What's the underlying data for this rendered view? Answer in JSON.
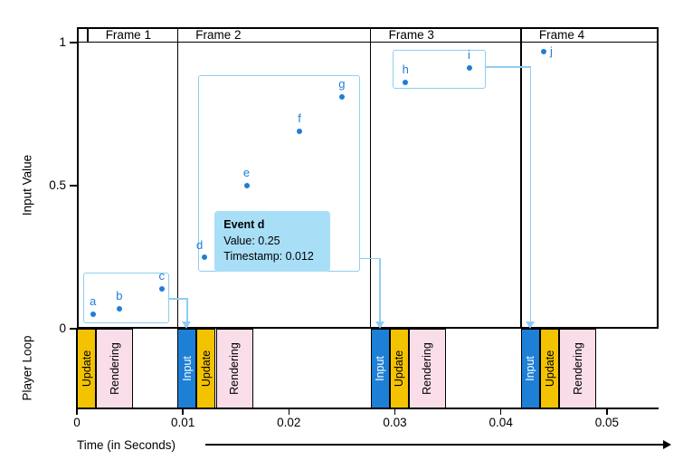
{
  "colors": {
    "accent_blue": "#1d7fd6",
    "light_blue": "#8fcdf2",
    "tooltip_bg": "#a9def7",
    "update_yellow": "#f3c300",
    "rendering_pink": "#f9dde9",
    "axis": "#000000"
  },
  "chart_data": {
    "type": "scatter",
    "xlabel": "Time (in Seconds)",
    "ylabel": "Input Value",
    "ylabel_loop": "Player Loop",
    "xlim": [
      0,
      0.0549
    ],
    "ylim": [
      0,
      1
    ],
    "x_ticks": [
      {
        "label": "0",
        "t": 0
      },
      {
        "label": "0.01",
        "t": 0.01
      },
      {
        "label": "0.02",
        "t": 0.02
      },
      {
        "label": "0.03",
        "t": 0.03
      },
      {
        "label": "0.04",
        "t": 0.04
      },
      {
        "label": "0.05",
        "t": 0.05
      }
    ],
    "y_ticks": [
      {
        "label": "1",
        "v": 1
      },
      {
        "label": "0.5",
        "v": 0.5
      },
      {
        "label": "0",
        "v": 0
      }
    ],
    "frames": [
      {
        "label": "Frame 1",
        "start": 0.001,
        "end": 0.0095
      },
      {
        "label": "Frame 2",
        "start": 0.0095,
        "end": 0.0277
      },
      {
        "label": "Frame 3",
        "start": 0.0277,
        "end": 0.0419
      },
      {
        "label": "Frame 4",
        "start": 0.0419,
        "end": 0.0549
      }
    ],
    "events": [
      {
        "label": "a",
        "time": 0.0015,
        "value": 0.05,
        "label_pos": "above"
      },
      {
        "label": "b",
        "time": 0.004,
        "value": 0.07,
        "label_pos": "above"
      },
      {
        "label": "c",
        "time": 0.008,
        "value": 0.14,
        "label_pos": "above"
      },
      {
        "label": "d",
        "time": 0.012,
        "value": 0.25,
        "label_pos": "above-left"
      },
      {
        "label": "e",
        "time": 0.016,
        "value": 0.5,
        "label_pos": "above"
      },
      {
        "label": "f",
        "time": 0.021,
        "value": 0.69,
        "label_pos": "above"
      },
      {
        "label": "g",
        "time": 0.025,
        "value": 0.81,
        "label_pos": "above"
      },
      {
        "label": "h",
        "time": 0.031,
        "value": 0.86,
        "label_pos": "above"
      },
      {
        "label": "i",
        "time": 0.037,
        "value": 0.91,
        "label_pos": "above"
      },
      {
        "label": "j",
        "time": 0.044,
        "value": 0.97,
        "label_pos": "right"
      }
    ],
    "event_groups": [
      {
        "events": [
          "a",
          "b",
          "c"
        ],
        "delivered_to": "Frame 2",
        "rect": {
          "t0": 0.0006,
          "t1": 0.0087,
          "v0": 0.02,
          "v1": 0.195
        },
        "connector_v": 0.105,
        "target_t": 0.0104
      },
      {
        "events": [
          "d",
          "e",
          "f",
          "g"
        ],
        "delivered_to": "Frame 3",
        "rect": {
          "t0": 0.0114,
          "t1": 0.0267,
          "v0": 0.2,
          "v1": 0.885
        },
        "connector_v": 0.245,
        "target_t": 0.0286
      },
      {
        "events": [
          "h",
          "i"
        ],
        "delivered_to": "Frame 4",
        "rect": {
          "t0": 0.0298,
          "t1": 0.0386,
          "v0": 0.84,
          "v1": 0.975
        },
        "connector_v": 0.915,
        "target_t": 0.0428
      }
    ],
    "tooltip": {
      "title": "Event d",
      "lines": [
        "Value: 0.25",
        "Timestamp: 0.012"
      ],
      "anchor_t": 0.013,
      "anchor_v": 0.41
    },
    "player_loop": [
      {
        "frame": 1,
        "kind": "update",
        "label": "Update",
        "start": 0,
        "end": 0.0018
      },
      {
        "frame": 1,
        "kind": "rendering",
        "label": "Rendering",
        "start": 0.0018,
        "end": 0.0053
      },
      {
        "frame": 2,
        "kind": "input",
        "label": "Input",
        "start": 0.0095,
        "end": 0.0113
      },
      {
        "frame": 2,
        "kind": "update",
        "label": "Update",
        "start": 0.0113,
        "end": 0.0131
      },
      {
        "frame": 2,
        "kind": "rendering",
        "label": "Rendering",
        "start": 0.0131,
        "end": 0.0166
      },
      {
        "frame": 3,
        "kind": "input",
        "label": "Input",
        "start": 0.0277,
        "end": 0.0295
      },
      {
        "frame": 3,
        "kind": "update",
        "label": "Update",
        "start": 0.0295,
        "end": 0.0313
      },
      {
        "frame": 3,
        "kind": "rendering",
        "label": "Rendering",
        "start": 0.0313,
        "end": 0.0348
      },
      {
        "frame": 4,
        "kind": "input",
        "label": "Input",
        "start": 0.0419,
        "end": 0.0437
      },
      {
        "frame": 4,
        "kind": "update",
        "label": "Update",
        "start": 0.0437,
        "end": 0.0455
      },
      {
        "frame": 4,
        "kind": "rendering",
        "label": "Rendering",
        "start": 0.0455,
        "end": 0.049
      }
    ]
  }
}
